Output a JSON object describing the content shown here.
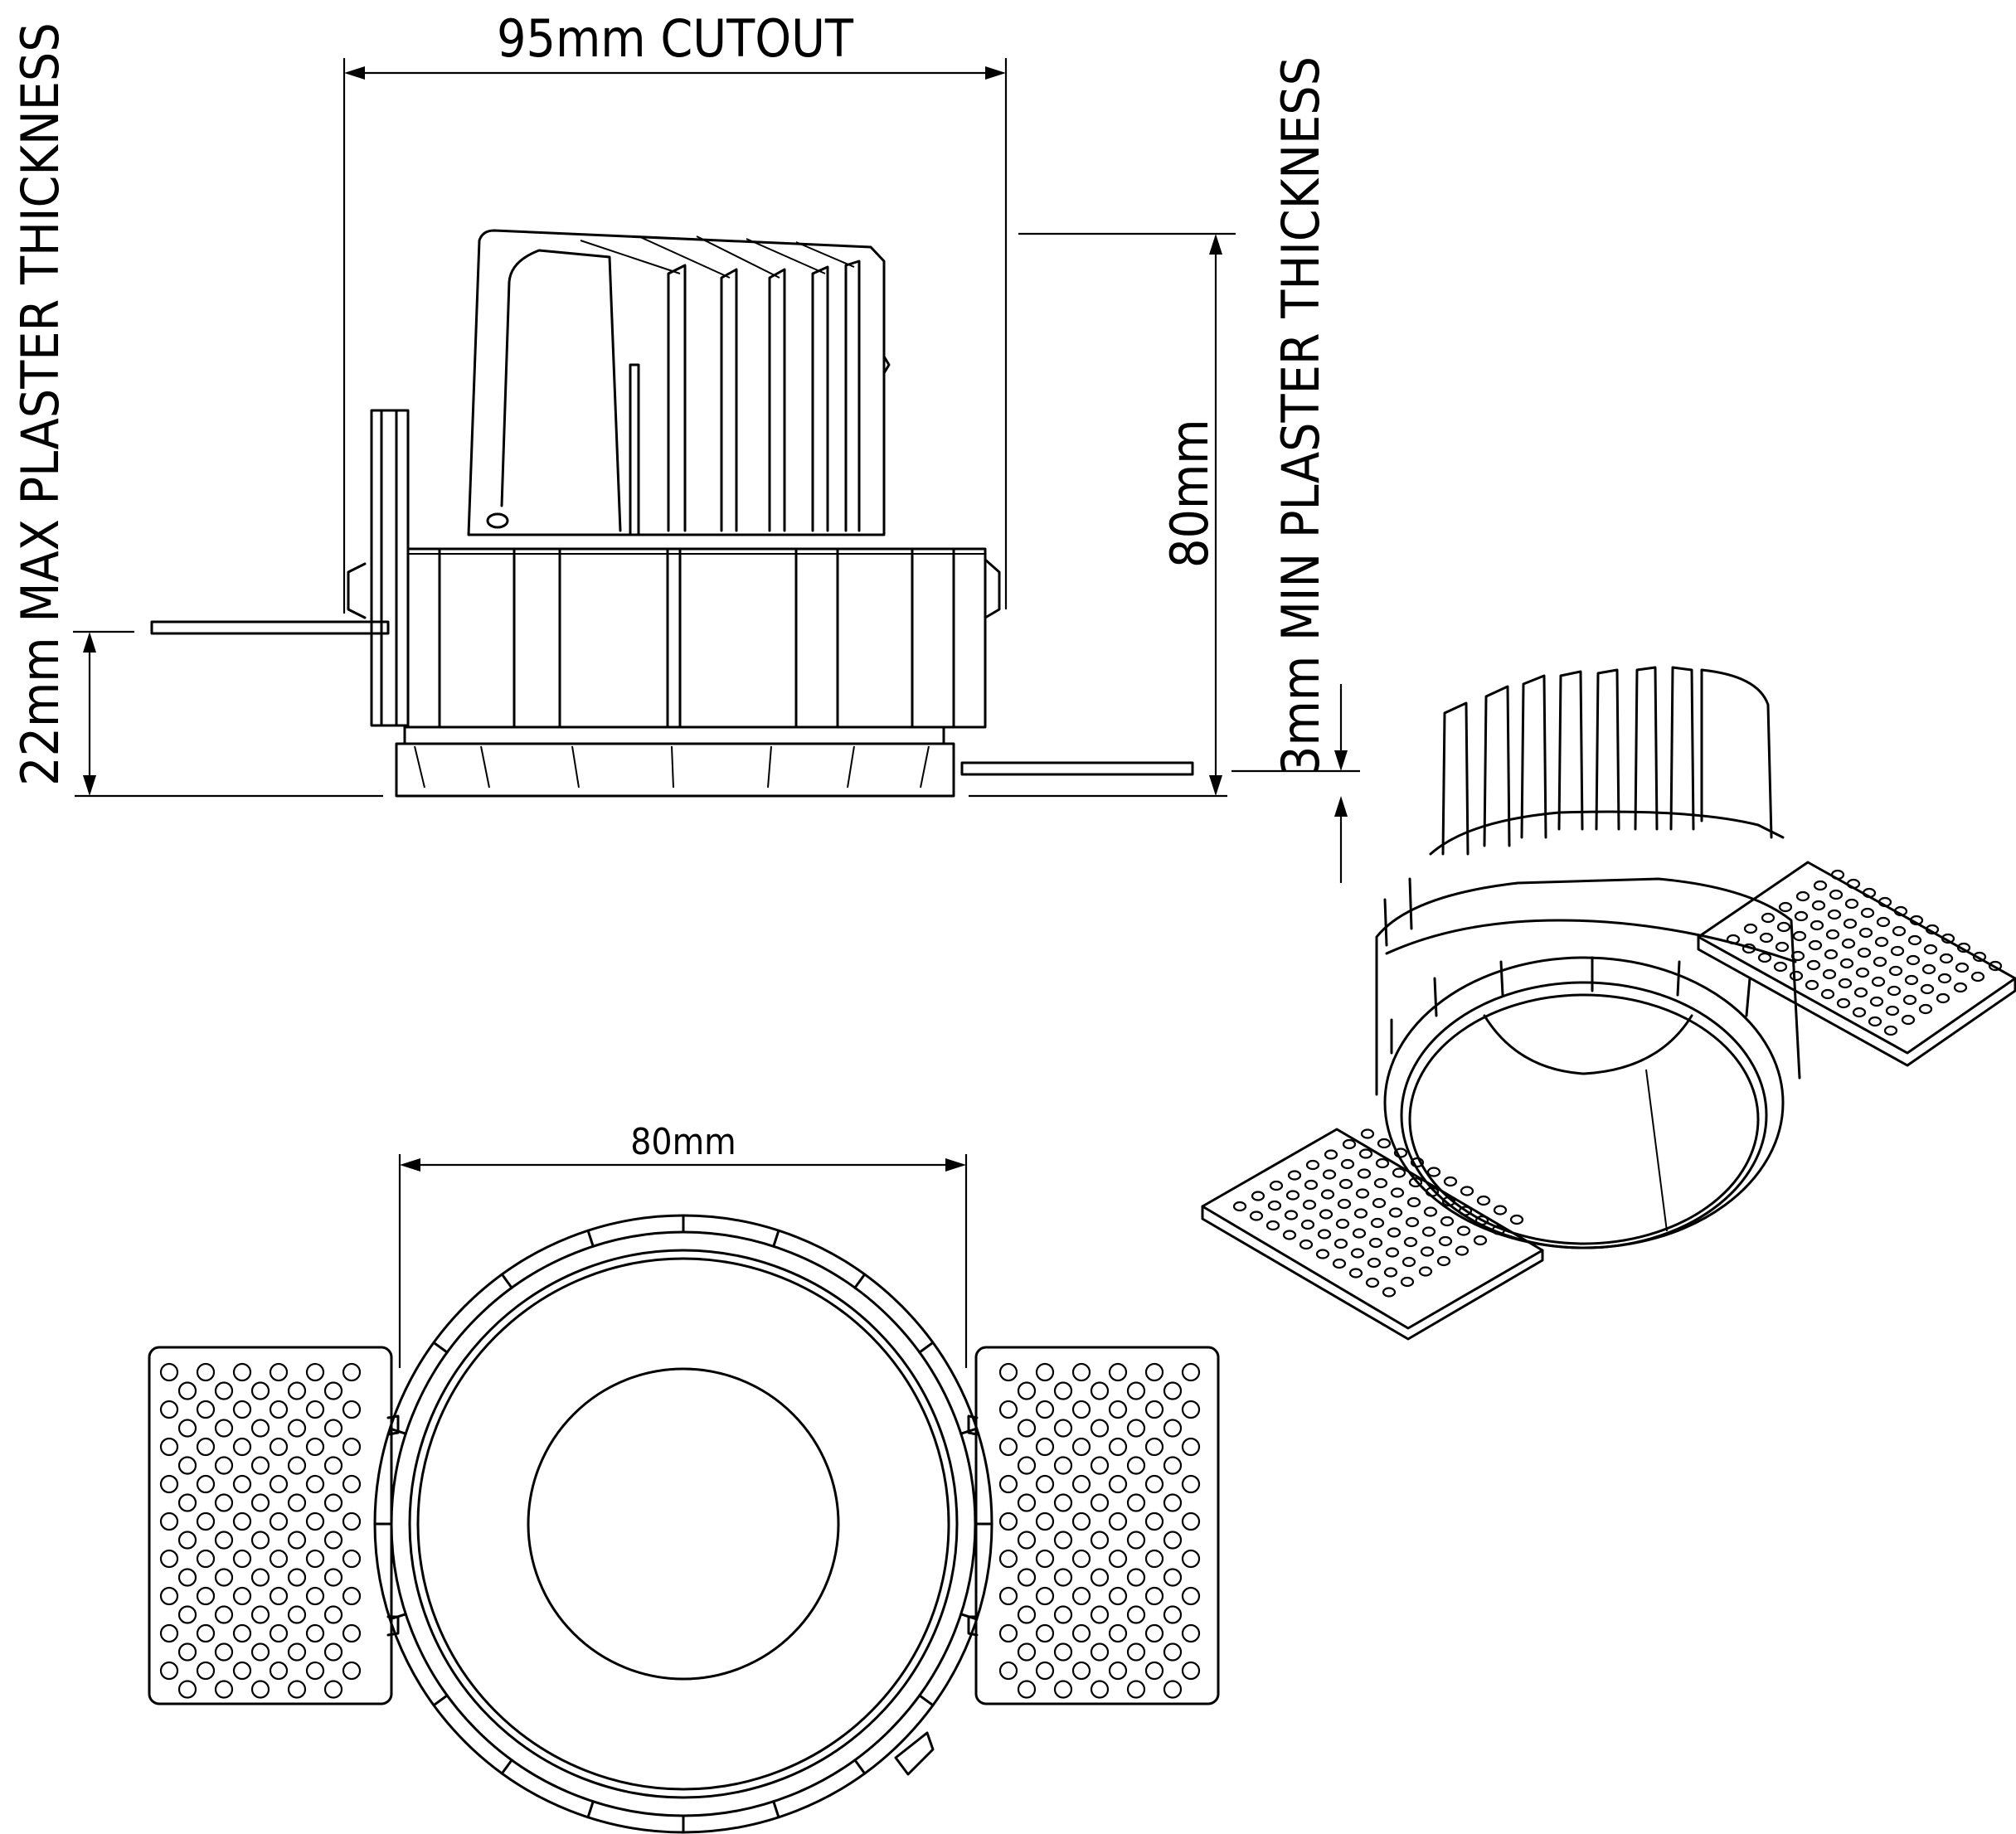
{
  "dimensions": {
    "cutout": "95mm CUTOUT",
    "max_plaster": "22mm MAX PLASTER THICKNESS",
    "min_plaster": "3mm MIN PLASTER THICKNESS",
    "height": "80mm",
    "diameter": "80mm"
  },
  "colors": {
    "line": "#000000",
    "background": "#ffffff"
  }
}
